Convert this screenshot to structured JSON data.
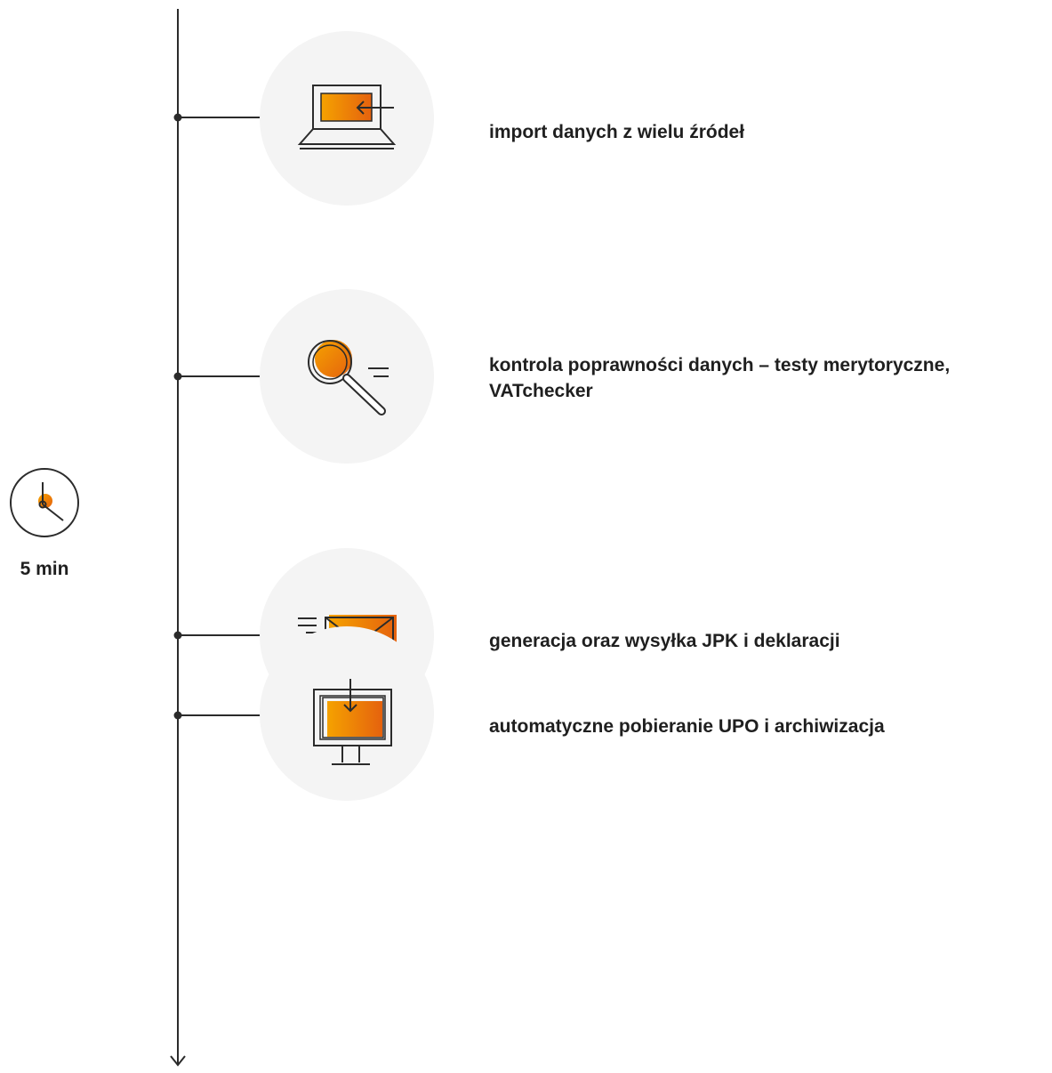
{
  "accent_color": "#f39200",
  "accent_gradient_end": "#e86a0a",
  "line_color": "#2b2b2b",
  "circle_color": "#f4f4f4",
  "time": {
    "icon": "clock-icon",
    "label": "5 min"
  },
  "steps": [
    {
      "icon": "laptop-import-icon",
      "label": "import danych z wielu źródeł"
    },
    {
      "icon": "magnifier-icon",
      "label": "kontrola poprawności danych – testy merytoryczne, VATchecker"
    },
    {
      "icon": "envelope-send-icon",
      "label": "generacja oraz wysyłka JPK i deklaracji"
    },
    {
      "icon": "monitor-download-icon",
      "label": "automatyczne pobieranie UPO i archiwizacja"
    }
  ]
}
